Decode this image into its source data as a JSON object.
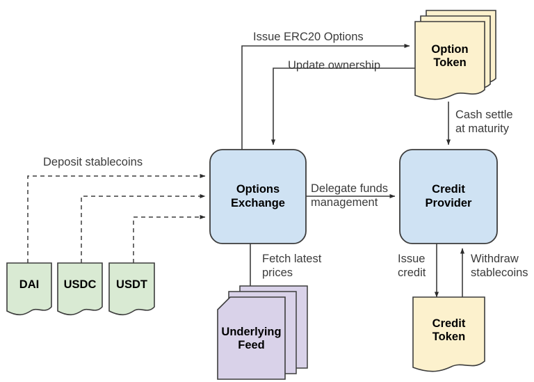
{
  "diagram": {
    "title": "Options protocol architecture flow",
    "colors": {
      "blue_fill": "#cfe2f3",
      "yellow_fill": "#fcf1cd",
      "green_fill": "#d9ead3",
      "purple_fill": "#d9d2e9",
      "stroke": "#3c3c3c",
      "label_text": "#3b3b3b",
      "node_text": "#000000",
      "background": "#ffffff"
    },
    "nodes": [
      {
        "id": "options-exchange",
        "label": "Options\nExchange",
        "shape": "rounded-rect",
        "fill": "#cfe2f3"
      },
      {
        "id": "credit-provider",
        "label": "Credit\nProvider",
        "shape": "rounded-rect",
        "fill": "#cfe2f3"
      },
      {
        "id": "option-token",
        "label": "Option\nToken",
        "shape": "stacked-document",
        "fill": "#fcf1cd"
      },
      {
        "id": "credit-token",
        "label": "Credit\nToken",
        "shape": "document",
        "fill": "#fcf1cd"
      },
      {
        "id": "underlying-feed",
        "label": "Underlying\nFeed",
        "shape": "stacked-note",
        "fill": "#d9d2e9"
      },
      {
        "id": "dai",
        "label": "DAI",
        "shape": "document",
        "fill": "#d9ead3"
      },
      {
        "id": "usdc",
        "label": "USDC",
        "shape": "document",
        "fill": "#d9ead3"
      },
      {
        "id": "usdt",
        "label": "USDT",
        "shape": "document",
        "fill": "#d9ead3"
      }
    ],
    "edges": [
      {
        "id": "issue-erc20-options",
        "label": "Issue ERC20 Options",
        "from": "options-exchange",
        "to": "option-token",
        "style": "solid"
      },
      {
        "id": "update-ownership",
        "label": "Update ownership",
        "from": "option-token",
        "to": "options-exchange",
        "style": "solid"
      },
      {
        "id": "cash-settle-at-maturity",
        "label": "Cash settle\nat maturity",
        "from": "option-token",
        "to": "credit-provider",
        "style": "solid"
      },
      {
        "id": "delegate-funds-management",
        "label": "Delegate funds\nmanagement",
        "from": "options-exchange",
        "to": "credit-provider",
        "style": "solid"
      },
      {
        "id": "fetch-latest-prices",
        "label": "Fetch latest\nprices",
        "from": "options-exchange",
        "to": "underlying-feed",
        "style": "solid"
      },
      {
        "id": "issue-credit",
        "label": "Issue\ncredit",
        "from": "credit-provider",
        "to": "credit-token",
        "style": "solid"
      },
      {
        "id": "withdraw-stablecoins",
        "label": "Withdraw\nstablecoins",
        "from": "credit-token",
        "to": "credit-provider",
        "style": "solid"
      },
      {
        "id": "deposit-stablecoins",
        "label": "Deposit stablecoins",
        "from": "dai",
        "to": "options-exchange",
        "style": "dashed"
      }
    ],
    "labels": {
      "options_exchange": "Options\nExchange",
      "credit_provider": "Credit\nProvider",
      "option_token": "Option\nToken",
      "credit_token": "Credit\nToken",
      "underlying_feed": "Underlying\nFeed",
      "dai": "DAI",
      "usdc": "USDC",
      "usdt": "USDT",
      "issue_erc20_options": "Issue ERC20 Options",
      "update_ownership": "Update ownership",
      "cash_settle": "Cash settle\nat maturity",
      "delegate_funds": "Delegate funds\nmanagement",
      "fetch_latest_prices": "Fetch latest\nprices",
      "issue_credit": "Issue\ncredit",
      "withdraw_stablecoins": "Withdraw\nstablecoins",
      "deposit_stablecoins": "Deposit stablecoins"
    }
  }
}
